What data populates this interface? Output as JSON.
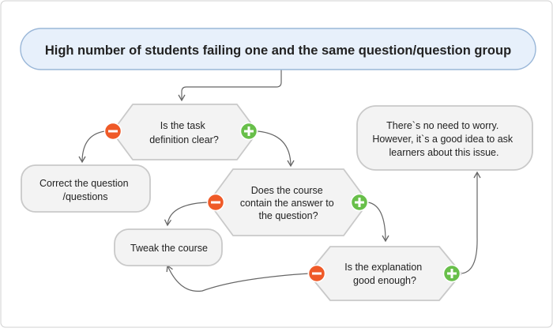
{
  "title": "High number of students failing one and the same question/question group",
  "nodes": {
    "task_definition": [
      "Is the task",
      "definition clear?"
    ],
    "correct_question": [
      "Correct the question",
      "/questions"
    ],
    "course_contains": [
      "Does the course",
      "contain the answer to",
      "the question?"
    ],
    "tweak_course": [
      "Tweak the course"
    ],
    "explanation": [
      "Is the explanation",
      "good enough?"
    ],
    "no_need": [
      "There`s no need to worry.",
      "However, it`s a good idea to ask",
      "learners about this issue."
    ]
  },
  "badges": {
    "yes_icon": "plus-icon",
    "no_icon": "minus-icon"
  },
  "colors": {
    "title_fill": "#e7f0fb",
    "title_stroke": "#9ab7d8",
    "node_fill": "#f3f3f3",
    "node_stroke": "#c9c9c9",
    "minus": "#ef5a28",
    "plus": "#68bf4a",
    "arrow": "#666666",
    "text": "#222222"
  }
}
